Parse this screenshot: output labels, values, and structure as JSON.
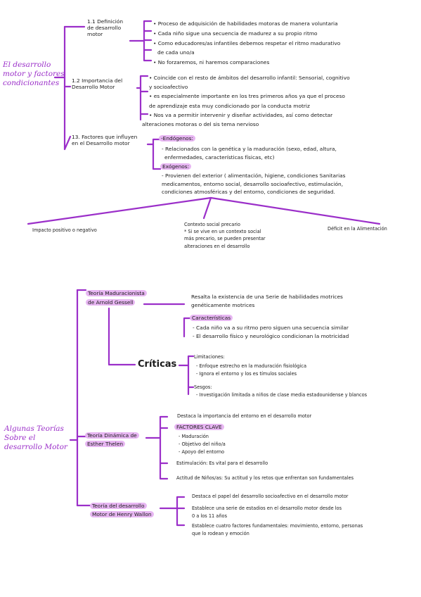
{
  "accent_color": "#9b2fc9",
  "highlight_color": "#e7b6f2",
  "section1": {
    "title_lines": [
      "El desarrollo",
      "motor y factores",
      "condicionantes"
    ],
    "sub11": {
      "title_lines": [
        "1.1 Definición",
        "de desarrollo",
        "motor"
      ],
      "bullets": [
        "• Proceso de adquisición de habilidades motoras de manera voluntaria",
        "• Cada niño sigue una secuencia de madurez a su propio ritmo",
        "• Como educadores/as infantiles debemos respetar el ritmo madurativo",
        "de cada uno/a",
        "• No forzaremos, ni haremos comparaciones"
      ]
    },
    "sub12": {
      "title_lines": [
        "1.2 Importancia del",
        "Desarrollo Motor"
      ],
      "bullets": [
        "• Coincide con el resto de ámbitos del desarrollo infantil: Sensorial, cognitivo",
        "y socioafectivo",
        "• es especialmente importante en los tres primeros años ya que el proceso",
        "de aprendizaje esta muy condicionado por la conducta motriz",
        "• Nos va a permitir intervenir y diseñar actividades, así como detectar",
        "alteraciones motoras o del sis tema nervioso"
      ]
    },
    "sub13": {
      "title_lines": [
        "13. Factores que influyen",
        "en el Desarrollo motor"
      ],
      "endogenos_label": "-Endógenos:",
      "endogenos_lines": [
        "- Relacionados con la genética y la maduración (sexo, edad, altura,",
        "enfermedades, características físicas, etc)"
      ],
      "exogenos_label": "Exógenos:",
      "exogenos_lines": [
        "- Provienen del exterior ( alimentación, higiene, condiciones Sanitarias",
        "medicamentos, entorno social, desarrollo socioafectivo, estimulación,",
        "condiciones atmosféricas y del entorno, condiciones de seguridad."
      ],
      "branch_left": "Impacto positivo o negativo",
      "branch_mid_lines": [
        "Contexto social precario",
        "* Si se vive en un contexto social",
        "más precario, se pueden presentar",
        "alteraciones en el desarrollo"
      ],
      "branch_right": "Déficit en la Alimentación"
    }
  },
  "section2": {
    "title_lines": [
      "Algunas Teorías",
      "Sobre el",
      "desarrollo Motor"
    ],
    "gesell": {
      "title_lines": [
        "Teoría Maduracionista",
        "de Arnold Gessell"
      ],
      "desc_lines": [
        "Resalta la existencia de una Serie de habilidades motrices",
        "genéticamente motrices"
      ],
      "caract_label": "Características",
      "caract_lines": [
        "- Cada niño va a su ritmo pero siguen una secuencia similar",
        "- El desarrollo físico y neurológico condicionan la motricidad"
      ],
      "criticas_label": "Críticas",
      "limitaciones_label": "Limitaciones:",
      "limitaciones_lines": [
        "- Enfoque estrecho en la maduración fisiológica",
        "- Ignora el entorno y los es tímulos sociales"
      ],
      "sesgos_label": "Sesgos:",
      "sesgos_lines": [
        "- Investigación limitada a niños de clase media estadounidense y blancos"
      ]
    },
    "thelen": {
      "title_lines": [
        "Teoría Dinámica de",
        "Esther Thelen"
      ],
      "line1": "Destaca la importancia del entorno en el desarrollo motor",
      "factores_label": "FACTORES CLAVE",
      "factores_lines": [
        "- Maduración",
        "- Objetivo del niño/a",
        "- Apoyo del entorno"
      ],
      "estimulacion": "Estimulación: Es vital para el desarrollo",
      "actitud": "Actitud de Niños/as: Su actitud y los retos que enfrentan son fundamentales"
    },
    "wallon": {
      "title_lines": [
        "Teoría del desarrollo",
        "Motor de Henry Wallon"
      ],
      "line1": "Destaca el papel del desarrollo socioafectivo en el desarrollo motor",
      "line2_lines": [
        "Establece una serie de estadios en el desarrollo motor desde los",
        "0 a los 11 años"
      ],
      "line3_lines": [
        "Establece cuatro factores fundamentales: movimiento, entorno, personas",
        "que lo rodean y emoción"
      ]
    }
  }
}
